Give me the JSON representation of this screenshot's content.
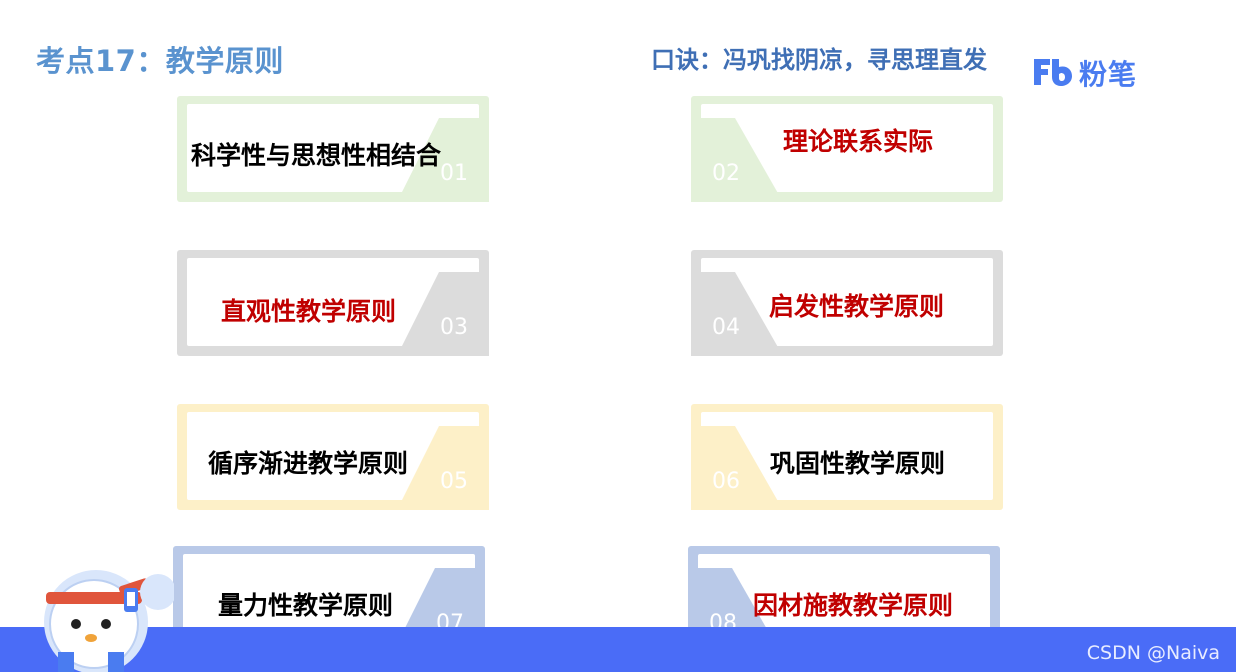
{
  "header": {
    "title": "考点17：教学原则",
    "mnemonic": "口诀：冯巩找阴凉，寻思理直发"
  },
  "logo": {
    "text": "粉笔",
    "mark": "Fb"
  },
  "cards": [
    {
      "num": "01",
      "label": "科学性与思想性相结合",
      "color": "black"
    },
    {
      "num": "02",
      "label": "理论联系实际",
      "color": "red"
    },
    {
      "num": "03",
      "label": "直观性教学原则",
      "color": "red"
    },
    {
      "num": "04",
      "label": "启发性教学原则",
      "color": "red"
    },
    {
      "num": "05",
      "label": "循序渐进教学原则",
      "color": "black"
    },
    {
      "num": "06",
      "label": "巩固性教学原则",
      "color": "black"
    },
    {
      "num": "07",
      "label": "量力性教学原则",
      "color": "black"
    },
    {
      "num": "08",
      "label": "因材施教教学原则",
      "color": "red"
    }
  ],
  "colors": {
    "title": "#5a93cf",
    "mnemonic": "#3f6fb5",
    "accent_red": "#c00000",
    "bottom_bar": "#4a6cf7"
  },
  "footer": {
    "watermark": "CSDN @Naiva"
  }
}
